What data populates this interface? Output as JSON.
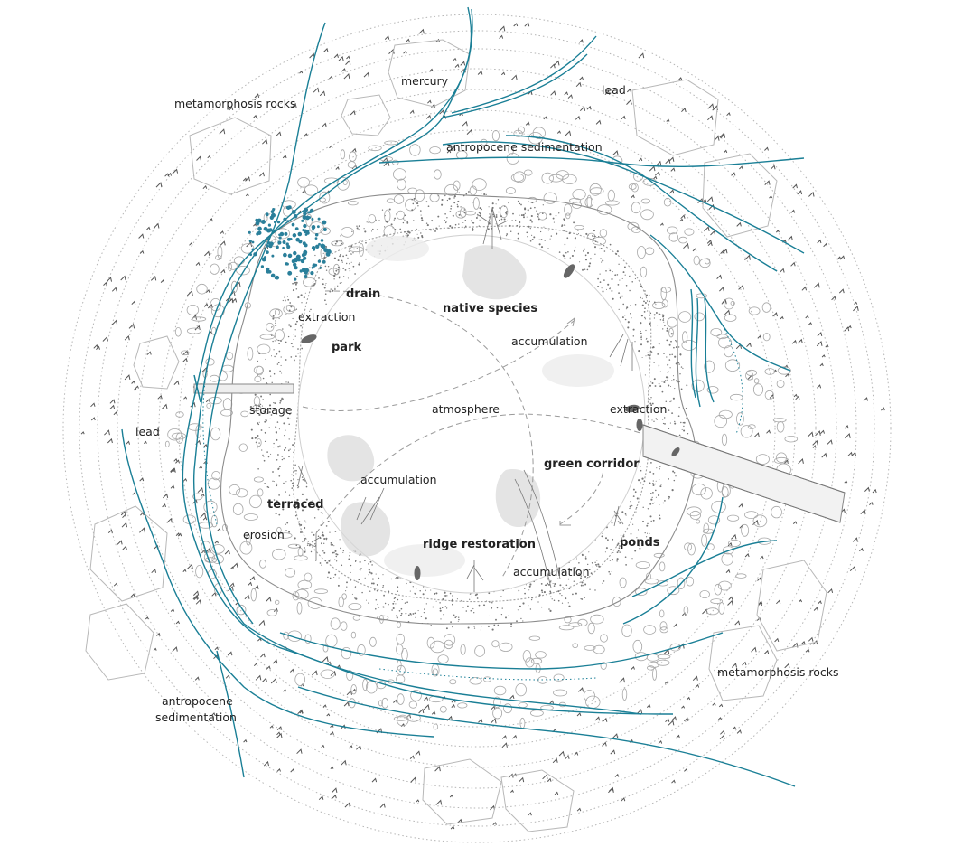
{
  "diagram": {
    "labels": {
      "mercury": "mercury",
      "lead_top": "lead",
      "metamorphosis_rocks_top": "metamorphosis rocks",
      "antropocene_sedimentation_top": "antropocene sedimentation",
      "drain": "drain",
      "native_species": "native species",
      "extraction_left": "extraction",
      "park": "park",
      "accumulation_right": "accumulation",
      "atmosphere": "atmosphere",
      "extraction_right": "extraction",
      "storage": "storage",
      "lead_left": "lead",
      "green_corridor": "green corridor",
      "accumulation_left": "accumulation",
      "terraced": "terraced",
      "erosion": "erosion",
      "ridge_restoration": "ridge restoration",
      "ponds": "ponds",
      "accumulation_bottom": "accumulation",
      "metamorphosis_rocks_bottom": "metamorphosis rocks",
      "antropocene_sedimentation_bottom_1": "antropocene",
      "antropocene_sedimentation_bottom_2": "sedimentation"
    },
    "colors": {
      "river": "#1a7f96",
      "linework": "#9a9a9a",
      "dots": "#2a7f9a",
      "text": "#222222"
    }
  }
}
